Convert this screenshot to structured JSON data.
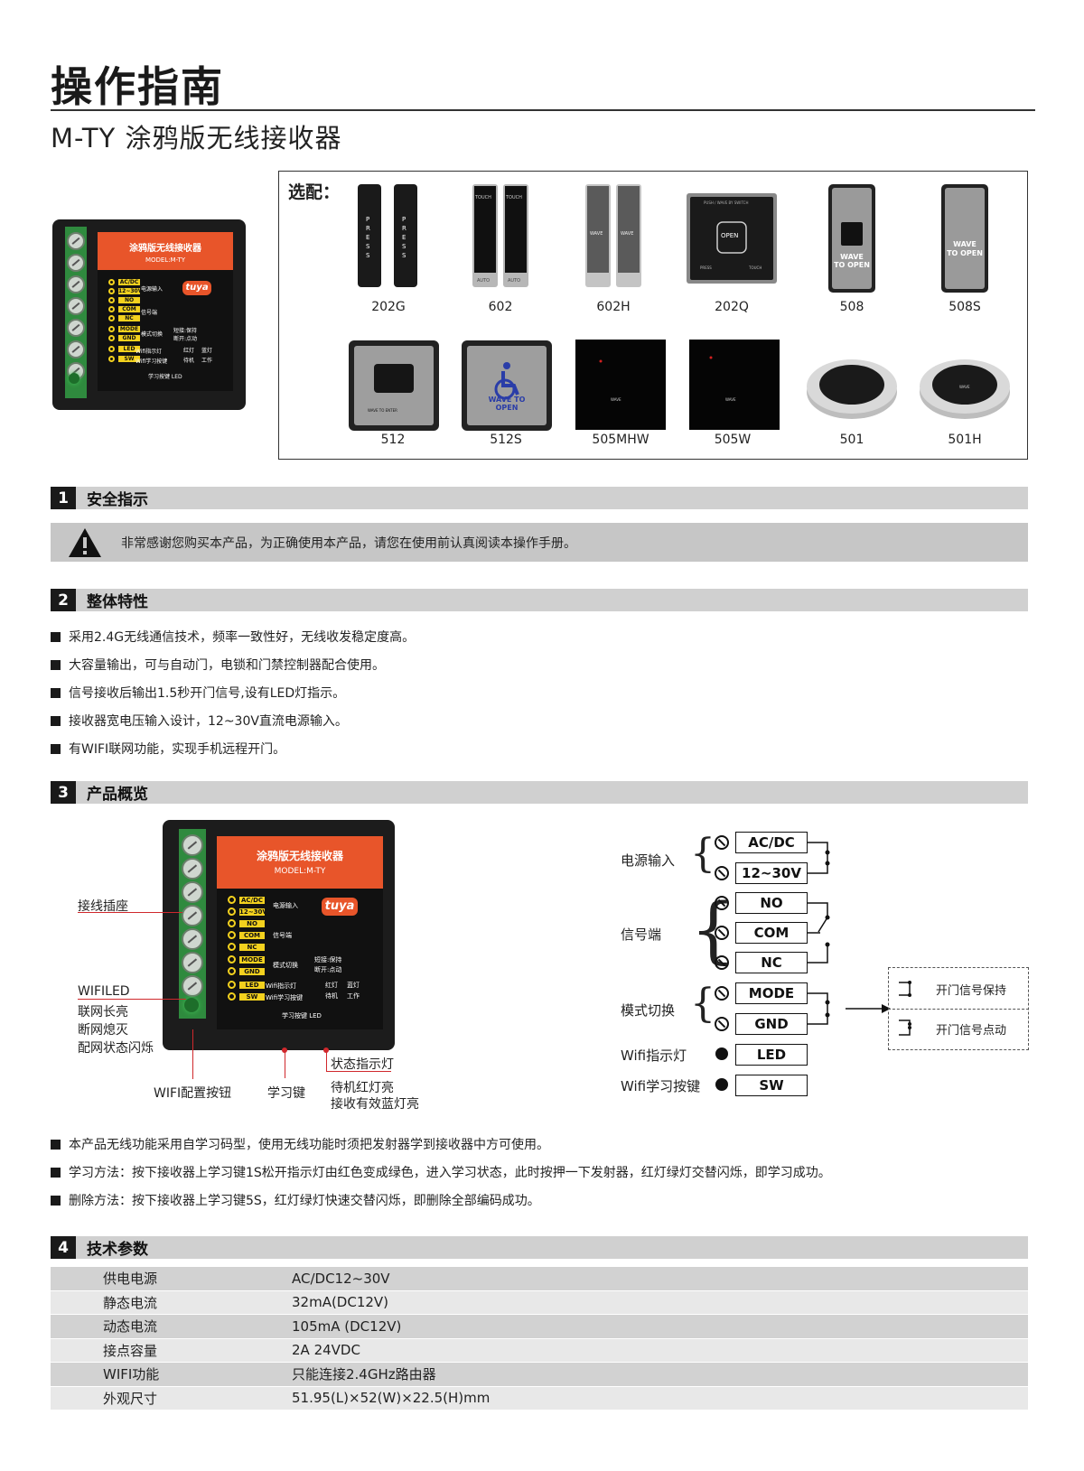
{
  "header": {
    "title": "操作指南",
    "subtitle": "M-TY 涂鸦版无线接收器"
  },
  "device": {
    "label_title": "涂鸦版无线接收器",
    "model": "MODEL:M-TY",
    "brand": "tuya",
    "terminals": [
      "AC/DC",
      "12~30V",
      "NO",
      "COM",
      "NC",
      "MODE",
      "GND",
      "LED",
      "SW"
    ],
    "label_power": "电源输入",
    "label_signal": "信号端",
    "label_mode": "模式切换",
    "mode_note_1": "短接:保持",
    "mode_note_2": "断开:点动",
    "label_wifi_led": "Wifi指示灯",
    "label_wifi_btn": "Wifi学习按键",
    "status_1": "红灯",
    "status_2": "蓝灯",
    "status_3": "待机",
    "status_4": "工作",
    "bottom": "学习按键 LED"
  },
  "accessories": {
    "label": "选配：",
    "items": [
      {
        "name": "202G"
      },
      {
        "name": "602"
      },
      {
        "name": "602H"
      },
      {
        "name": "202Q"
      },
      {
        "name": "508"
      },
      {
        "name": "508S"
      },
      {
        "name": "512"
      },
      {
        "name": "512S"
      },
      {
        "name": "505MHW"
      },
      {
        "name": "505W"
      },
      {
        "name": "501"
      },
      {
        "name": "501H"
      }
    ],
    "p202g_text": "PRESS",
    "p602_text": "TOUCH",
    "p602_auto": "AUTO",
    "p602h_text": "WAVE",
    "p202q_top": "PUSH / WAVE BY SWITCH",
    "p202q_center": "OPEN",
    "p202q_left": "PRESS",
    "p202q_right": "TOUCH",
    "p508_text": "WAVE TO OPEN",
    "p508s_text": "WAVE TO OPEN",
    "p512_text": "WAVE TO ENTER",
    "p512s_text": "WAVE TO OPEN",
    "p505mhw_text": "WAVE",
    "p505w_text": "WAVE",
    "p501_text": "WAVE"
  },
  "sections": {
    "s1": {
      "num": "1",
      "title": "安全指示"
    },
    "s2": {
      "num": "2",
      "title": "整体特性"
    },
    "s3": {
      "num": "3",
      "title": "产品概览"
    },
    "s4": {
      "num": "4",
      "title": "技术参数"
    }
  },
  "safety_notice": "非常感谢您购买本产品，为正确使用本产品，请您在使用前认真阅读本操作手册。",
  "features": [
    "采用2.4G无线通信技术，频率一致性好，无线收发稳定度高。",
    "大容量输出，可与自动门，电锁和门禁控制器配合使用。",
    "信号接收后输出1.5秒开门信号,设有LED灯指示。",
    "接收器宽电压输入设计，12~30V直流电源输入。",
    "有WIFI联网功能，实现手机远程开门。"
  ],
  "overview": {
    "ann_socket": "接线插座",
    "ann_wifiled_title": "WIFILED",
    "ann_wifiled_1": "联网长亮",
    "ann_wifiled_2": "断网熄灭",
    "ann_wifiled_3": "配网状态闪烁",
    "ann_wifi_btn": "WIFI配置按钮",
    "ann_learn": "学习键",
    "ann_status": "状态指示灯",
    "ann_status_1": "待机红灯亮",
    "ann_status_2": "接收有效蓝灯亮",
    "group_power": "电源输入",
    "group_signal": "信号端",
    "group_mode": "模式切换",
    "group_led": "Wifi指示灯",
    "group_sw": "Wifi学习按键",
    "mode_hold": "开门信号保持",
    "mode_pulse": "开门信号点动"
  },
  "notes": [
    "本产品无线功能采用自学习码型，使用无线功能时须把发射器学到接收器中方可使用。",
    "学习方法：按下接收器上学习键1S松开指示灯由红色变成绿色，进入学习状态，此时按押一下发射器，红灯绿灯交替闪烁，即学习成功。",
    "删除方法：按下接收器上学习键5S，红灯绿灯快速交替闪烁，即删除全部编码成功。"
  ],
  "tech_params": [
    {
      "key": "供电电源",
      "value": "AC/DC12~30V"
    },
    {
      "key": "静态电流",
      "value": "32mA(DC12V)"
    },
    {
      "key": "动态电流",
      "value": "105mA (DC12V)"
    },
    {
      "key": "接点容量",
      "value": "2A 24VDC"
    },
    {
      "key": "WIFI功能",
      "value": "只能连接2.4GHz路由器"
    },
    {
      "key": "外观尺寸",
      "value": "51.95(L)×52(W)×22.5(H)mm"
    }
  ],
  "colors": {
    "accent_orange": "#e8552a",
    "label_yellow": "#f3d11e",
    "terminal_green": "#2f8a3e",
    "section_gray": "#d0d0d0"
  }
}
